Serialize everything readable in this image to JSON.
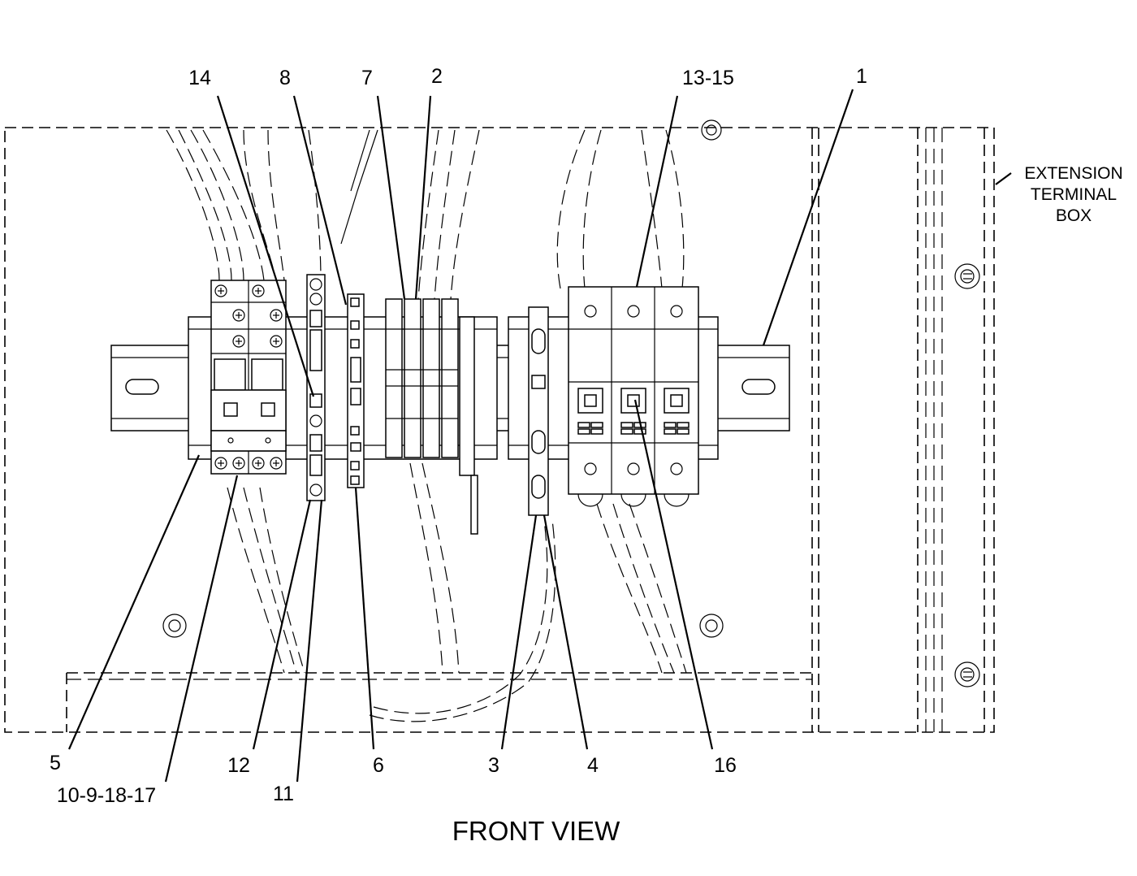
{
  "view_title": "FRONT VIEW",
  "extension_label": {
    "line1": "EXTENSION",
    "line2": "TERMINAL",
    "line3": "BOX"
  },
  "callouts": {
    "c14": "14",
    "c8": "8",
    "c7": "7",
    "c2": "2",
    "c13_15": "13-15",
    "c1": "1",
    "c5": "5",
    "c10_9_18_17": "10-9-18-17",
    "c12": "12",
    "c11": "11",
    "c6": "6",
    "c3": "3",
    "c4": "4",
    "c16": "16"
  }
}
